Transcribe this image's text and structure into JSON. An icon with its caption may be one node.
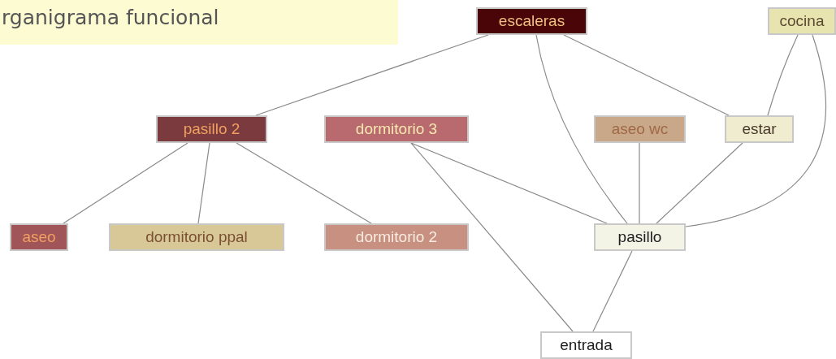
{
  "diagram": {
    "title": "rganigrama funcional",
    "nodes": [
      {
        "text": [
          "escaleras"
        ]
      },
      {
        "text": [
          "cocina"
        ]
      },
      {
        "text": [
          "pasillo 2"
        ]
      },
      {
        "text": [
          "dormitorio 3"
        ]
      },
      {
        "text": [
          "aseo wc"
        ]
      },
      {
        "text": [
          "estar"
        ]
      },
      {
        "text": [
          "aseo"
        ]
      },
      {
        "text": [
          "dormitorio ppal"
        ]
      },
      {
        "text": [
          "dormitorio 2"
        ]
      },
      {
        "text": [
          "pasillo"
        ]
      },
      {
        "text": [
          "entrada"
        ]
      }
    ],
    "edges": [
      {
        "from": 0,
        "to": 2,
        "arrow": "none"
      },
      {
        "from": 0,
        "to": 9,
        "arrow": "none"
      },
      {
        "from": 0,
        "to": 5,
        "arrow": "none"
      },
      {
        "from": 1,
        "to": 5,
        "arrow": "none"
      },
      {
        "from": 1,
        "to": 9,
        "arrow": "none"
      },
      {
        "from": 2,
        "to": 6,
        "arrow": "none"
      },
      {
        "from": 2,
        "to": 7,
        "arrow": "none"
      },
      {
        "from": 2,
        "to": 8,
        "arrow": "none"
      },
      {
        "from": 3,
        "to": 9,
        "arrow": "none"
      },
      {
        "from": 3,
        "to": 10,
        "arrow": "none"
      },
      {
        "from": 4,
        "to": 9,
        "arrow": "none"
      },
      {
        "from": 5,
        "to": 9,
        "arrow": "none"
      },
      {
        "from": 9,
        "to": 10,
        "arrow": "none"
      }
    ]
  }
}
